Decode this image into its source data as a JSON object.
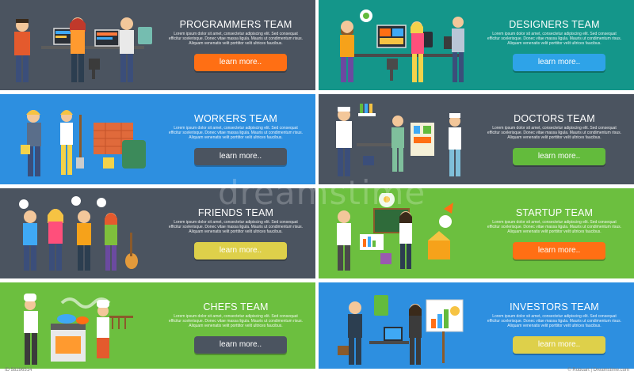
{
  "lorem": "Lorem ipsum dolor sit amet, consectetur adipiscing elit. Sed consequat efficitur scelerisque. Donec vitae massa ligula. Mauris ut condimentum risus. Aliquam venenatis velit porttitor velit ultrices faucibus.",
  "watermark": "dreamstime",
  "banners": [
    {
      "title": "PROGRAMMERS TEAM",
      "button": "learn more..",
      "bg": "#4b5460",
      "btn": "#ff6f14"
    },
    {
      "title": "DESIGNERS TEAM",
      "button": "learn more..",
      "bg": "#14968a",
      "btn": "#2ea3e8"
    },
    {
      "title": "WORKERS TEAM",
      "button": "learn more..",
      "bg": "#2d8fe0",
      "btn": "#4b5460"
    },
    {
      "title": "DOCTORS TEAM",
      "button": "learn more..",
      "bg": "#4b5460",
      "btn": "#63bb3c"
    },
    {
      "title": "FRIENDS TEAM",
      "button": "learn more..",
      "bg": "#4b5460",
      "btn": "#ded04a"
    },
    {
      "title": "STARTUP TEAM",
      "button": "learn more..",
      "bg": "#6cbf3f",
      "btn": "#ff6f14"
    },
    {
      "title": "CHEFS TEAM",
      "button": "learn more..",
      "bg": "#6cbf3f",
      "btn": "#4b5460"
    },
    {
      "title": "INVESTORS TEAM",
      "button": "learn more..",
      "bg": "#2d8fe0",
      "btn": "#ded04a"
    }
  ],
  "footer": {
    "left": "ID 58296514",
    "right": "© Robuart | Dreamstime.com"
  }
}
